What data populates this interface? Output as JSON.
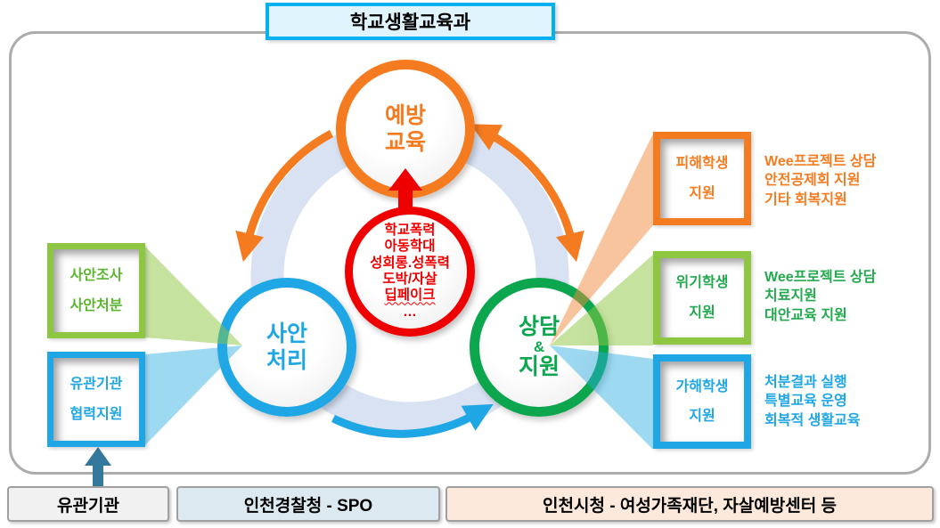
{
  "title": "학교생활교육과",
  "circles": {
    "prevention": {
      "lines": [
        "예방",
        "교육"
      ]
    },
    "case_handling": {
      "lines": [
        "사안",
        "처리"
      ]
    },
    "counseling": {
      "lines": [
        "상담",
        "&",
        "지원"
      ]
    }
  },
  "core": {
    "lines": [
      "학교폭력",
      "아동학대",
      "성희롱.성폭력",
      "도박/자살",
      "딥페이크",
      "…"
    ]
  },
  "left_boxes": [
    {
      "lines": [
        "사안조사",
        "사안처분"
      ]
    },
    {
      "lines": [
        "유관기관",
        "협력지원"
      ]
    }
  ],
  "right_boxes": [
    {
      "label": [
        "피해학생",
        "지원"
      ],
      "desc": [
        "Wee프로젝트 상담",
        "안전공제회 지원",
        "기타 회복지원"
      ]
    },
    {
      "label": [
        "위기학생",
        "지원"
      ],
      "desc": [
        "Wee프로젝트 상담",
        "치료지원",
        "대안교육 지원"
      ]
    },
    {
      "label": [
        "가해학생",
        "지원"
      ],
      "desc": [
        "처분결과 실행",
        "특별교육 운영",
        "회복적 생활교육"
      ]
    }
  ],
  "footer": {
    "items": [
      "유관기관",
      "인천경찰청 - SPO",
      "인천시청 - 여성가족재단, 자살예방센터 등"
    ]
  },
  "colors": {
    "orange": "#F47B20",
    "red": "#EE0000",
    "blue": "#1FA6E4",
    "green": "#0CA64E",
    "lime": "#8FC641",
    "ring": "#D8E2F3",
    "steel_arrow": "#34789C",
    "title_border": "#00B0F0",
    "footer_police_bg": "#DCE9F1",
    "footer_city_bg": "#FCE9DB"
  }
}
